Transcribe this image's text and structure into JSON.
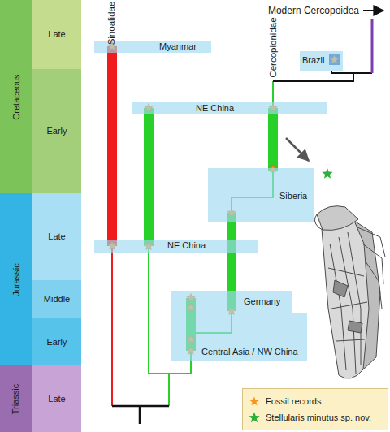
{
  "diagram": {
    "nodes": [
      {
        "text": [
          "Cretaceous"
        ]
      },
      {
        "text": [
          "Late"
        ]
      },
      {
        "text": [
          "Early"
        ]
      },
      {
        "text": [
          "Jurassic"
        ]
      },
      {
        "text": [
          "Late"
        ]
      },
      {
        "text": [
          "Middle"
        ]
      },
      {
        "text": [
          "Early"
        ]
      },
      {
        "text": [
          "Triassic"
        ]
      },
      {
        "text": [
          "Late"
        ]
      },
      {
        "text": [
          "Myanmar"
        ]
      },
      {
        "text": [
          "NE China"
        ]
      },
      {
        "text": [
          "Brazil"
        ]
      },
      {
        "text": [
          "Siberia"
        ]
      },
      {
        "text": [
          "NE China"
        ]
      },
      {
        "text": [
          "Germany"
        ]
      },
      {
        "text": [
          "Central Asia / NW China"
        ]
      }
    ],
    "labels": [
      "Modern Cercopoidea",
      "Sinoalidae",
      "Cercopionidae"
    ],
    "legend": [
      {
        "text": "Fossil records"
      },
      {
        "text": "Stellularis minutus sp. nov."
      }
    ]
  }
}
